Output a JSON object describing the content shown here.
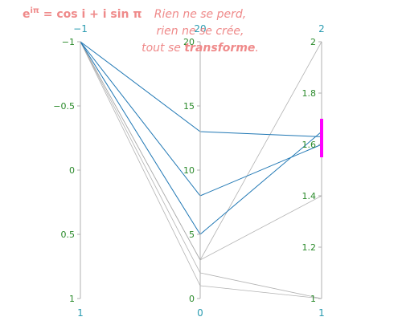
{
  "chart_data": {
    "type": "parallel_coordinates",
    "annotations": {
      "euler": {
        "base": "e",
        "superscript": "iπ",
        "rest": " = cos i + i sin π",
        "color": "#ef8a8a"
      },
      "quote": {
        "line1": "Rien ne se perd,",
        "line2": "rien ne se crée,",
        "line3_pre": "tout se ",
        "line3_bold": "transforme",
        "line3_post": ".",
        "color": "#ef8a8a"
      }
    },
    "axes": [
      {
        "id": "a",
        "range": [
          -1,
          1
        ],
        "reversed": true,
        "top_label": "−1",
        "bottom_label": "1",
        "ticks": [
          {
            "v": -1,
            "t": "−1"
          },
          {
            "v": -0.5,
            "t": "−0.5"
          },
          {
            "v": 0,
            "t": "0"
          },
          {
            "v": 0.5,
            "t": "0.5"
          },
          {
            "v": 1,
            "t": "1"
          }
        ]
      },
      {
        "id": "b",
        "range": [
          0,
          20
        ],
        "reversed": false,
        "top_label": "20",
        "bottom_label": "0",
        "ticks": [
          {
            "v": 0,
            "t": "0"
          },
          {
            "v": 5,
            "t": "5"
          },
          {
            "v": 10,
            "t": "10"
          },
          {
            "v": 15,
            "t": "15"
          },
          {
            "v": 20,
            "t": "20"
          }
        ]
      },
      {
        "id": "c",
        "range": [
          1,
          2
        ],
        "reversed": false,
        "top_label": "2",
        "bottom_label": "1",
        "ticks": [
          {
            "v": 1,
            "t": "1"
          },
          {
            "v": 1.2,
            "t": "1.2"
          },
          {
            "v": 1.4,
            "t": "1.4"
          },
          {
            "v": 1.6,
            "t": "1.6"
          },
          {
            "v": 1.8,
            "t": "1.8"
          },
          {
            "v": 2,
            "t": "2"
          }
        ]
      }
    ],
    "constraint_range": {
      "axis": "c",
      "range": [
        1.55,
        1.7
      ],
      "color": "#ff00ff"
    },
    "selected_color": "#1f77b4",
    "unselected_color": "#aaaaaa",
    "lines": [
      {
        "values": [
          -1,
          13,
          1.63
        ],
        "selected": true
      },
      {
        "values": [
          -1,
          8,
          1.6
        ],
        "selected": true
      },
      {
        "values": [
          -1,
          5,
          1.65
        ],
        "selected": true
      },
      {
        "values": [
          -1,
          3,
          1.4
        ],
        "selected": false
      },
      {
        "values": [
          -1,
          3,
          2.0
        ],
        "selected": false
      },
      {
        "values": [
          -1,
          1,
          1.0
        ],
        "selected": false
      },
      {
        "values": [
          -1,
          2,
          1.0
        ],
        "selected": false
      }
    ],
    "colors": {
      "tick": "#2a8a2a",
      "axis_title": "#2a9bb0",
      "axis_line": "#b0b0b0"
    }
  }
}
